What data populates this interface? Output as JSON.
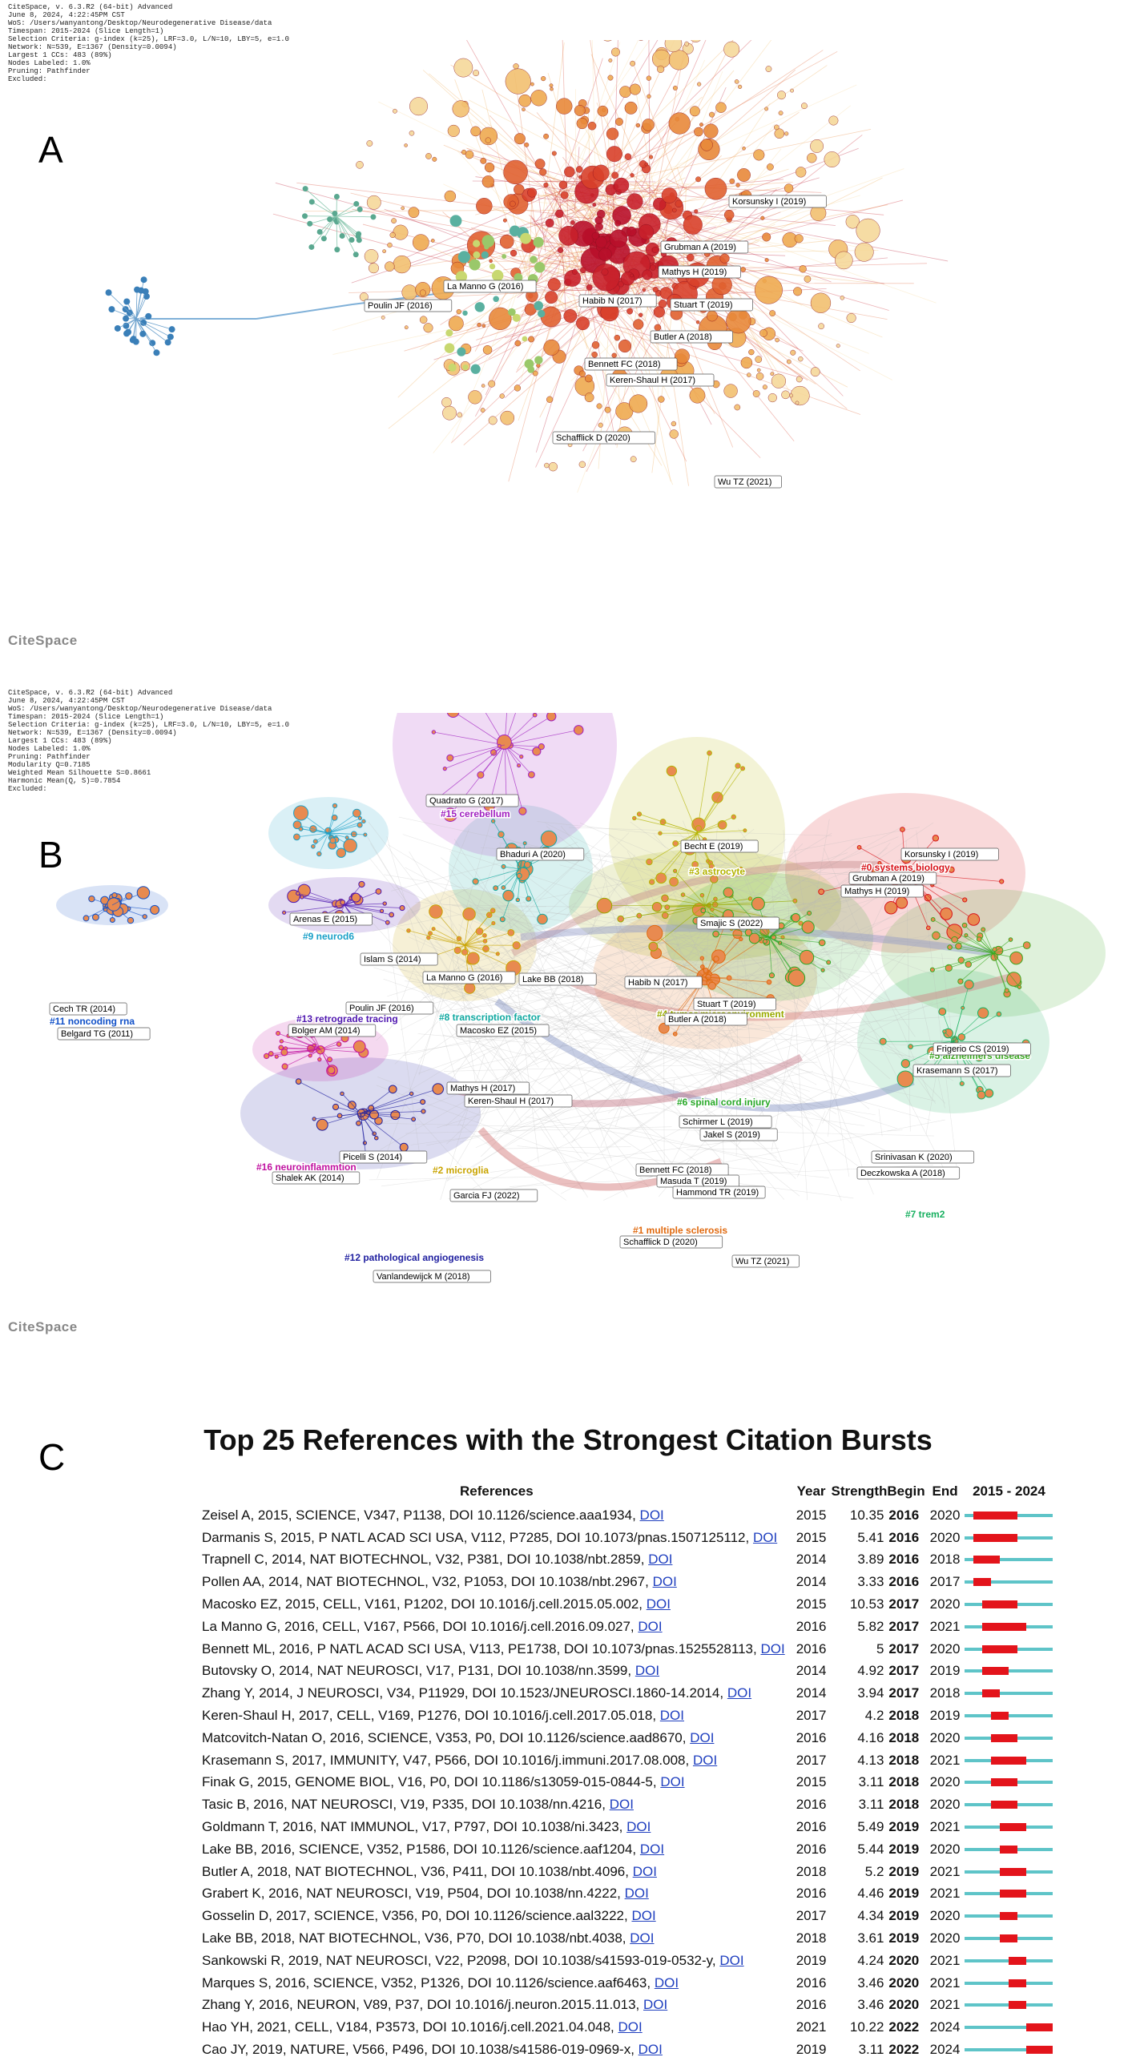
{
  "panel_a": {
    "letter": "A",
    "meta_lines": [
      "CiteSpace, v. 6.3.R2 (64-bit) Advanced",
      "June 8, 2024, 4:22:45PM CST",
      "WoS: /Users/wanyantong/Desktop/Neurodegenerative Disease/data",
      "Timespan: 2015-2024 (Slice Length=1)",
      "Selection Criteria: g-index (k=25), LRF=3.0, L/N=10, LBY=5, e=1.0",
      "Network: N=539, E=1367 (Density=0.0094)",
      "Largest 1 CCs: 483 (89%)",
      "Nodes Labeled: 1.0%",
      "Pruning: Pathfinder",
      "Excluded:"
    ],
    "logo": "CiteSpace",
    "node_labels": [
      "Korsunsky I (2019)",
      "Grubman A (2019)",
      "Mathys H (2019)",
      "La Manno G (2016)",
      "Habib N (2017)",
      "Stuart T (2019)",
      "Poulin JF (2016)",
      "Butler A (2018)",
      "Bennett FC (2018)",
      "Keren-Shaul H (2017)",
      "Schafflick D (2020)",
      "Wu TZ (2021)"
    ]
  },
  "panel_b": {
    "letter": "B",
    "meta_lines": [
      "CiteSpace, v. 6.3.R2 (64-bit) Advanced",
      "June 8, 2024, 4:22:45PM CST",
      "WoS: /Users/wanyantong/Desktop/Neurodegenerative Disease/data",
      "Timespan: 2015-2024 (Slice Length=1)",
      "Selection Criteria: g-index (k=25), LRF=3.0, L/N=10, LBY=5, e=1.0",
      "Network: N=539, E=1367 (Density=0.0094)",
      "Largest 1 CCs: 483 (89%)",
      "Nodes Labeled: 1.0%",
      "Pruning: Pathfinder",
      "Modularity Q=0.7185",
      "Weighted Mean Silhouette S=0.8661",
      "Harmonic Mean(Q, S)=0.7854",
      "Excluded:"
    ],
    "logo": "CiteSpace",
    "clusters": [
      {
        "label": "#0 systems biology",
        "color": "#d8141b"
      },
      {
        "label": "#1 multiple sclerosis",
        "color": "#e06a10"
      },
      {
        "label": "#2 microglia",
        "color": "#c9a400"
      },
      {
        "label": "#3 astrocyte",
        "color": "#b3b300"
      },
      {
        "label": "#4 tumor microenvironment",
        "color": "#9aaa00"
      },
      {
        "label": "#5 alzheimers disease",
        "color": "#3aa820"
      },
      {
        "label": "#6 spinal cord injury",
        "color": "#28a828"
      },
      {
        "label": "#7 trem2",
        "color": "#18b060"
      },
      {
        "label": "#8 transcription factor",
        "color": "#10a8a0"
      },
      {
        "label": "#9 neurod6",
        "color": "#1aa0c8"
      },
      {
        "label": "#11 noncoding rna",
        "color": "#1050c8"
      },
      {
        "label": "#12 pathological angiogenesis",
        "color": "#2020a0"
      },
      {
        "label": "#13 retrograde tracing",
        "color": "#5018b0"
      },
      {
        "label": "#15 cerebellum",
        "color": "#a020c0"
      },
      {
        "label": "#16 neuroinflammtion",
        "color": "#c010a0"
      }
    ],
    "node_labels": [
      "Quadrato G (2017)",
      "Bhaduri A (2020)",
      "Becht E (2019)",
      "Korsunsky I (2019)",
      "Grubman A (2019)",
      "Mathys H (2019)",
      "Arenas E (2015)",
      "Smajic S (2022)",
      "Islam S (2014)",
      "La Manno G (2016)",
      "Lake BB (2018)",
      "Habib N (2017)",
      "Cech TR (2014)",
      "Poulin JF (2016)",
      "Stuart T (2019)",
      "Belgard TG (2011)",
      "Bolger AM (2014)",
      "Macosko EZ (2015)",
      "Butler A (2018)",
      "Frigerio CS (2019)",
      "Krasemann S (2017)",
      "Mathys H (2017)",
      "Keren-Shaul H (2017)",
      "Schirmer L (2019)",
      "Jakel S (2019)",
      "Picelli S (2014)",
      "Srinivasan K (2020)",
      "Shalek AK (2014)",
      "Bennett FC (2018)",
      "Deczkowska A (2018)",
      "Garcia FJ (2022)",
      "Masuda T (2019)",
      "Hammond TR (2019)",
      "Schafflick D (2020)",
      "Wu TZ (2021)",
      "Vanlandewijck M (2018)"
    ]
  },
  "panel_c": {
    "letter": "C",
    "title": "Top 25 References with the Strongest Citation Bursts",
    "headers": {
      "references": "References",
      "year": "Year",
      "strength": "Strength",
      "begin": "Begin",
      "end": "End",
      "range": "2015 - 2024"
    },
    "doi_label": "DOI"
  },
  "chart_data": {
    "type": "table",
    "title": "Top 25 References with the Strongest Citation Bursts",
    "columns": [
      "References",
      "Year",
      "Strength",
      "Begin",
      "End",
      "2015 - 2024"
    ],
    "timeline_range": [
      2015,
      2024
    ],
    "rows": [
      {
        "ref": "Zeisel A, 2015, SCIENCE, V347, P1138, DOI 10.1126/science.aaa1934,",
        "year": 2015,
        "strength": 10.35,
        "begin": 2016,
        "end": 2020
      },
      {
        "ref": "Darmanis S, 2015, P NATL ACAD SCI USA, V112, P7285, DOI 10.1073/pnas.1507125112,",
        "year": 2015,
        "strength": 5.41,
        "begin": 2016,
        "end": 2020
      },
      {
        "ref": "Trapnell C, 2014, NAT BIOTECHNOL, V32, P381, DOI 10.1038/nbt.2859,",
        "year": 2014,
        "strength": 3.89,
        "begin": 2016,
        "end": 2018
      },
      {
        "ref": "Pollen AA, 2014, NAT BIOTECHNOL, V32, P1053, DOI 10.1038/nbt.2967,",
        "year": 2014,
        "strength": 3.33,
        "begin": 2016,
        "end": 2017
      },
      {
        "ref": "Macosko EZ, 2015, CELL, V161, P1202, DOI 10.1016/j.cell.2015.05.002,",
        "year": 2015,
        "strength": 10.53,
        "begin": 2017,
        "end": 2020
      },
      {
        "ref": "La Manno G, 2016, CELL, V167, P566, DOI 10.1016/j.cell.2016.09.027,",
        "year": 2016,
        "strength": 5.82,
        "begin": 2017,
        "end": 2021
      },
      {
        "ref": "Bennett ML, 2016, P NATL ACAD SCI USA, V113, PE1738, DOI 10.1073/pnas.1525528113,",
        "year": 2016,
        "strength": 5,
        "begin": 2017,
        "end": 2020
      },
      {
        "ref": "Butovsky O, 2014, NAT NEUROSCI, V17, P131, DOI 10.1038/nn.3599,",
        "year": 2014,
        "strength": 4.92,
        "begin": 2017,
        "end": 2019
      },
      {
        "ref": "Zhang Y, 2014, J NEUROSCI, V34, P11929, DOI 10.1523/JNEUROSCI.1860-14.2014,",
        "year": 2014,
        "strength": 3.94,
        "begin": 2017,
        "end": 2018
      },
      {
        "ref": "Keren-Shaul H, 2017, CELL, V169, P1276, DOI 10.1016/j.cell.2017.05.018,",
        "year": 2017,
        "strength": 4.2,
        "begin": 2018,
        "end": 2019
      },
      {
        "ref": "Matcovitch-Natan O, 2016, SCIENCE, V353, P0, DOI 10.1126/science.aad8670,",
        "year": 2016,
        "strength": 4.16,
        "begin": 2018,
        "end": 2020
      },
      {
        "ref": "Krasemann S, 2017, IMMUNITY, V47, P566, DOI 10.1016/j.immuni.2017.08.008,",
        "year": 2017,
        "strength": 4.13,
        "begin": 2018,
        "end": 2021
      },
      {
        "ref": "Finak G, 2015, GENOME BIOL, V16, P0, DOI 10.1186/s13059-015-0844-5,",
        "year": 2015,
        "strength": 3.11,
        "begin": 2018,
        "end": 2020
      },
      {
        "ref": "Tasic B, 2016, NAT NEUROSCI, V19, P335, DOI 10.1038/nn.4216,",
        "year": 2016,
        "strength": 3.11,
        "begin": 2018,
        "end": 2020
      },
      {
        "ref": "Goldmann T, 2016, NAT IMMUNOL, V17, P797, DOI 10.1038/ni.3423,",
        "year": 2016,
        "strength": 5.49,
        "begin": 2019,
        "end": 2021
      },
      {
        "ref": "Lake BB, 2016, SCIENCE, V352, P1586, DOI 10.1126/science.aaf1204,",
        "year": 2016,
        "strength": 5.44,
        "begin": 2019,
        "end": 2020
      },
      {
        "ref": "Butler A, 2018, NAT BIOTECHNOL, V36, P411, DOI 10.1038/nbt.4096,",
        "year": 2018,
        "strength": 5.2,
        "begin": 2019,
        "end": 2021
      },
      {
        "ref": "Grabert K, 2016, NAT NEUROSCI, V19, P504, DOI 10.1038/nn.4222,",
        "year": 2016,
        "strength": 4.46,
        "begin": 2019,
        "end": 2021
      },
      {
        "ref": "Gosselin D, 2017, SCIENCE, V356, P0, DOI 10.1126/science.aal3222,",
        "year": 2017,
        "strength": 4.34,
        "begin": 2019,
        "end": 2020
      },
      {
        "ref": "Lake BB, 2018, NAT BIOTECHNOL, V36, P70, DOI 10.1038/nbt.4038,",
        "year": 2018,
        "strength": 3.61,
        "begin": 2019,
        "end": 2020
      },
      {
        "ref": "Sankowski R, 2019, NAT NEUROSCI, V22, P2098, DOI 10.1038/s41593-019-0532-y,",
        "year": 2019,
        "strength": 4.24,
        "begin": 2020,
        "end": 2021
      },
      {
        "ref": "Marques S, 2016, SCIENCE, V352, P1326, DOI 10.1126/science.aaf6463,",
        "year": 2016,
        "strength": 3.46,
        "begin": 2020,
        "end": 2021
      },
      {
        "ref": "Zhang Y, 2016, NEURON, V89, P37, DOI 10.1016/j.neuron.2015.11.013,",
        "year": 2016,
        "strength": 3.46,
        "begin": 2020,
        "end": 2021
      },
      {
        "ref": "Hao YH, 2021, CELL, V184, P3573, DOI 10.1016/j.cell.2021.04.048,",
        "year": 2021,
        "strength": 10.22,
        "begin": 2022,
        "end": 2024
      },
      {
        "ref": "Cao JY, 2019, NATURE, V566, P496, DOI 10.1038/s41586-019-0969-x,",
        "year": 2019,
        "strength": 3.11,
        "begin": 2022,
        "end": 2024
      }
    ]
  }
}
